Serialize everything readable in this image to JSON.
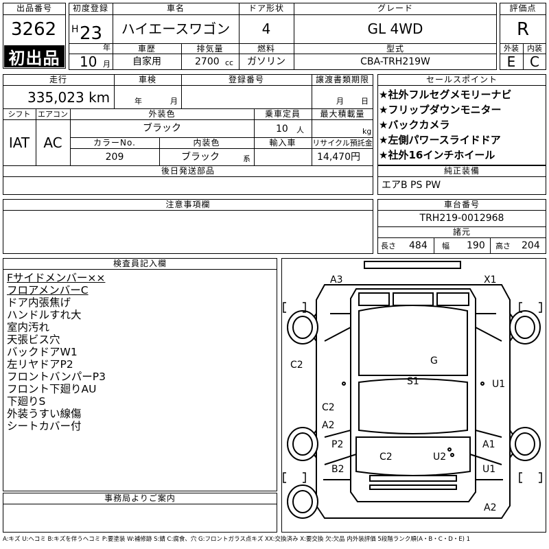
{
  "header": {
    "lot_label": "出品番号",
    "lot_number": "3262",
    "first_reg_label": "初度登録",
    "era": "H",
    "first_reg_year": "23",
    "year_unit": "年",
    "first_reg_month": "10",
    "month_unit": "月",
    "car_name_label": "車名",
    "car_name": "ハイエースワゴン",
    "door_label": "ドア形状",
    "doors": "4",
    "grade_label": "グレード",
    "grade": "GL 4WD",
    "score_label": "評価点",
    "score": "R",
    "first_badge": "初出品",
    "history_label": "車歴",
    "history": "自家用",
    "displacement_label": "排気量",
    "displacement": "2700",
    "displacement_unit": "cc",
    "fuel_label": "燃料",
    "fuel": "ガソリン",
    "model_label": "型式",
    "model": "CBA-TRH219W",
    "exterior_label": "外装",
    "exterior_grade": "E",
    "interior_label": "内装",
    "interior_grade": "C"
  },
  "row2": {
    "mileage_label": "走行",
    "mileage": "335,023 km",
    "inspection_label": "車検",
    "year_unit": "年",
    "month_unit": "月",
    "reg_no_label": "登録番号",
    "transfer_label": "譲渡書類期限",
    "month_unit2": "月",
    "day_unit": "日",
    "shift_label": "シフト",
    "shift": "IAT",
    "ac_label": "エアコン",
    "ac": "AC",
    "ext_color_label": "外装色",
    "ext_color": "ブラック",
    "capacity_label": "乗車定員",
    "capacity": "10",
    "capacity_unit": "人",
    "load_label": "最大積載量",
    "load_unit": "kg",
    "color_no_label": "カラーNo.",
    "color_no": "209",
    "int_color_label": "内装色",
    "int_color": "ブラック",
    "int_color_suffix": "系",
    "import_label": "輸入車",
    "recycle_label": "リサイクル預託金",
    "recycle": "14,470円",
    "later_parts_label": "後日発送部品"
  },
  "sales": {
    "title": "セールスポイント",
    "items": [
      "★社外フルセグメモリーナビ",
      "★フリップダウンモニター",
      "★バックカメラ",
      "★左側パワースライドドア",
      "★社外16インチホイール"
    ]
  },
  "genuine": {
    "title": "純正装備",
    "value": "エアB PS PW"
  },
  "notes": {
    "title": "注意事項欄"
  },
  "chassis": {
    "title": "車台番号",
    "value": "TRH219-0012968",
    "dims_title": "諸元",
    "length_label": "長さ",
    "length": "484",
    "width_label": "幅",
    "width": "190",
    "height_label": "高さ",
    "height": "204"
  },
  "inspector": {
    "title": "検査員記入欄",
    "lines": [
      "Fサイドメンバー××",
      "フロアメンバーC",
      "ドア内張焦げ",
      "ハンドルすれ大",
      "室内汚れ",
      "天張ビス穴",
      "バックドアW1",
      "左リヤドアP2",
      "フロントバンパーP3",
      "フロント下廻りAU",
      "下廻りS",
      "外装うすい線傷",
      "シートカバー付"
    ]
  },
  "diagram": {
    "marks": {
      "a3": "A3",
      "x1": "X1",
      "c2_left": "C2",
      "g": "G",
      "s1": "S1",
      "u1_right": "U1",
      "c2_inner": "C2",
      "a2_left": "A2",
      "p2": "P2",
      "a1": "A1",
      "c2_bottom": "C2",
      "u2": "U2",
      "b2": "B2",
      "u1_low": "U1",
      "a2_bottom": "A2"
    }
  },
  "office": {
    "title": "事務局よりご案内"
  },
  "legend": {
    "text": "A:キズ U:ヘコミ B:キズを伴うヘコミ P:要塗装 W:補修跡 S:錆 C:腐食、穴 G:フロントガラス点キズ XX:交換済み X:要交換 欠:欠品 内外装評価 5段階ランク順(A・B・C・D・E) 1"
  }
}
